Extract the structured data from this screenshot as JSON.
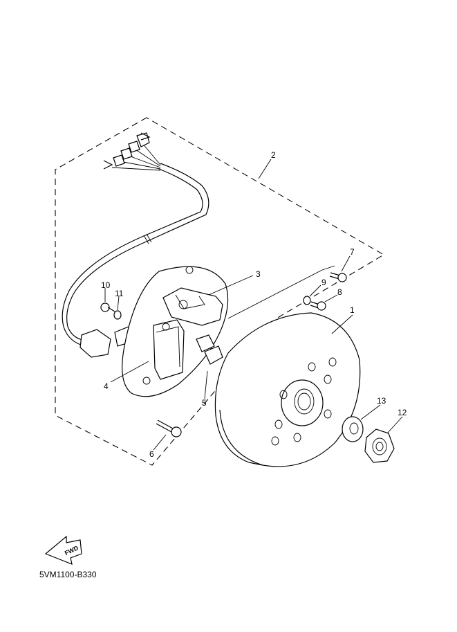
{
  "diagram": {
    "callouts": [
      {
        "id": "1",
        "label": "1"
      },
      {
        "id": "2",
        "label": "2"
      },
      {
        "id": "3",
        "label": "3"
      },
      {
        "id": "4",
        "label": "4"
      },
      {
        "id": "5",
        "label": "5"
      },
      {
        "id": "6",
        "label": "6"
      },
      {
        "id": "7",
        "label": "7"
      },
      {
        "id": "8",
        "label": "8"
      },
      {
        "id": "9",
        "label": "9"
      },
      {
        "id": "10",
        "label": "10"
      },
      {
        "id": "11",
        "label": "11"
      },
      {
        "id": "12",
        "label": "12"
      },
      {
        "id": "13",
        "label": "13"
      }
    ],
    "fwd_label": "FWD",
    "drawing_code": "5VM1100-B330"
  }
}
